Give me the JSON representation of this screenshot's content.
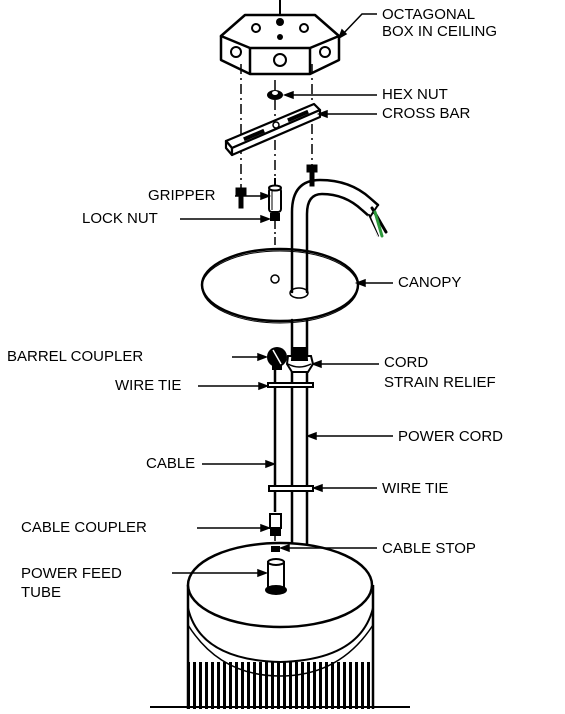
{
  "labels": {
    "octagonal_box": [
      "OCTAGONAL",
      "BOX IN CEILING"
    ],
    "hex_nut": "HEX NUT",
    "cross_bar": "CROSS BAR",
    "gripper": "GRIPPER",
    "lock_nut": "LOCK NUT",
    "canopy": "CANOPY",
    "barrel_coupler": "BARREL COUPLER",
    "cord_strain_relief": [
      "CORD",
      "STRAIN RELIEF"
    ],
    "wire_tie_upper": "WIRE TIE",
    "power_cord": "POWER CORD",
    "cable": "CABLE",
    "wire_tie_lower": "WIRE TIE",
    "cable_coupler": "CABLE COUPLER",
    "cable_stop": "CABLE STOP",
    "power_feed_tube": [
      "POWER FEED",
      "TUBE"
    ]
  },
  "colors": {
    "line": "#000000",
    "background": "#ffffff",
    "fixture_fill": "#e6e6e6",
    "wire_green": "#2e9a3c",
    "wire_white": "#ffffff",
    "wire_black": "#111111"
  }
}
